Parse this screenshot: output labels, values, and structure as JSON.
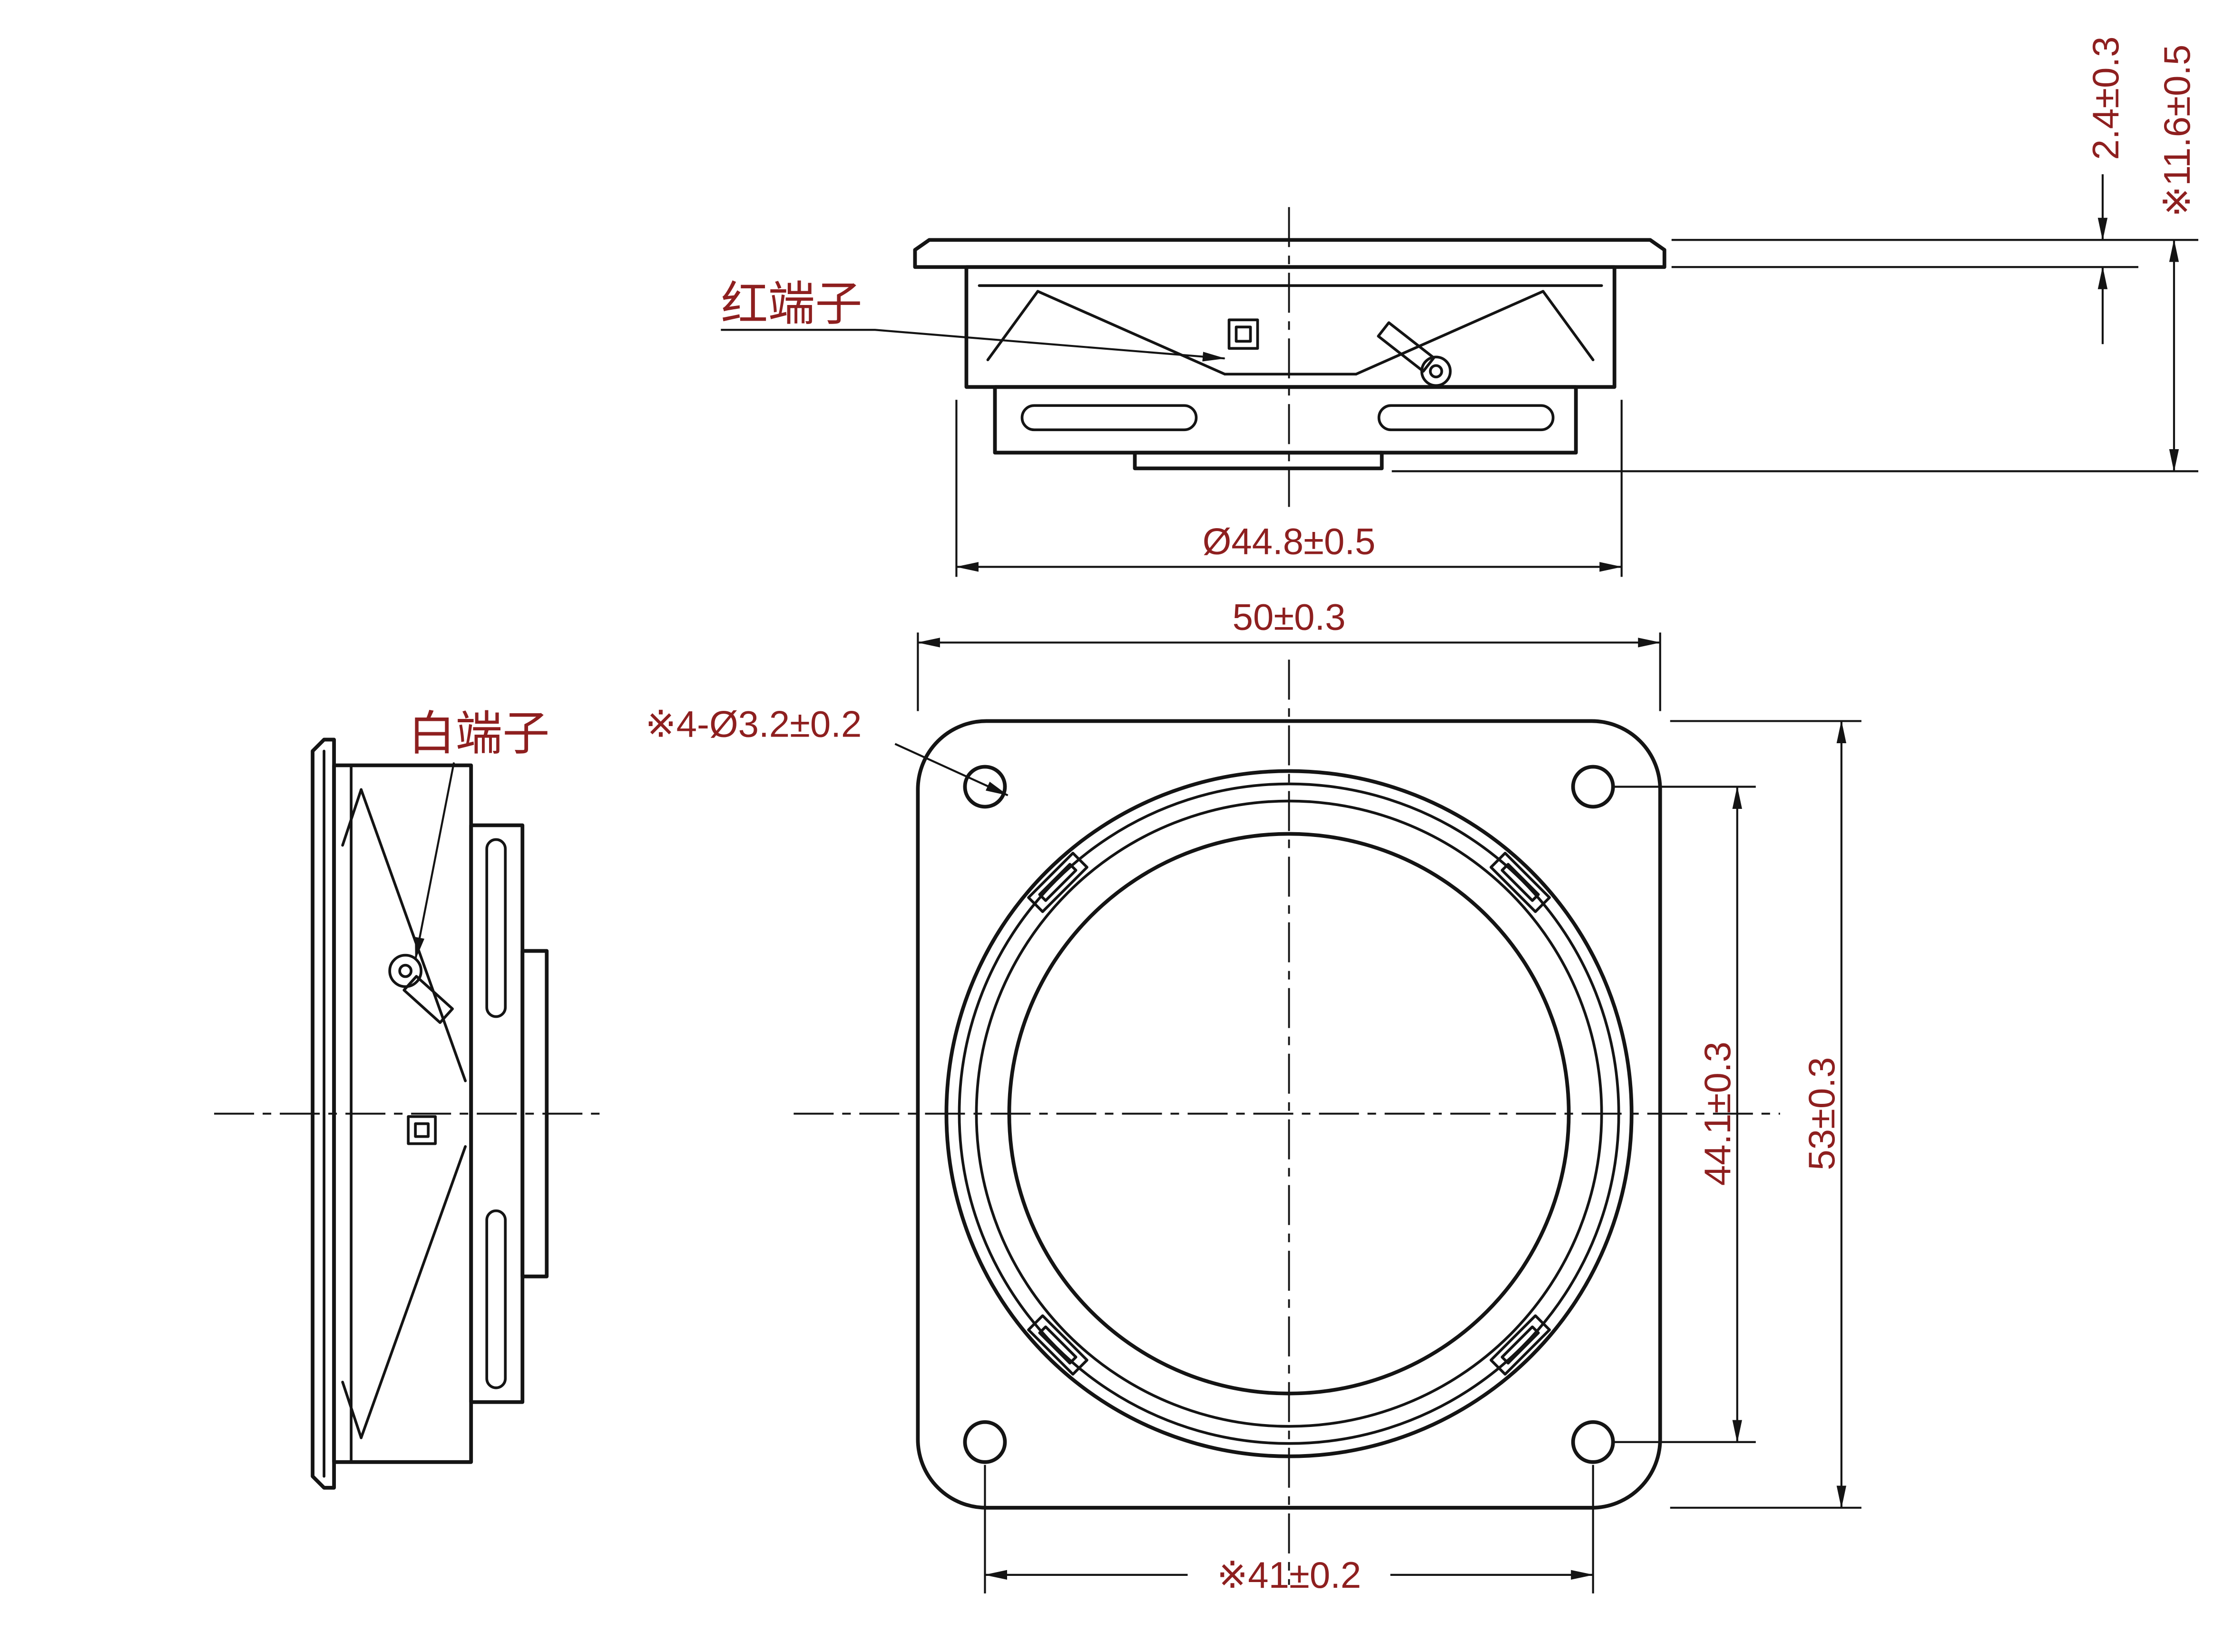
{
  "drawing": {
    "colors": {
      "line": "#141414",
      "annotation": "#8e1f1f",
      "background": "#ffffff"
    },
    "callouts": {
      "red_terminal": "红端子",
      "white_terminal": "白端子",
      "mounting_holes": "※4-Ø3.2±0.2"
    },
    "dimensions": {
      "flange_thickness": "2.4±0.3",
      "total_depth": "※11.6±0.5",
      "cone_diameter": "Ø44.8±0.5",
      "frame_width": "50±0.3",
      "hole_pitch_vertical": "44.1±0.3",
      "frame_height": "53±0.3",
      "hole_pitch_horizontal": "※41±0.2"
    }
  }
}
